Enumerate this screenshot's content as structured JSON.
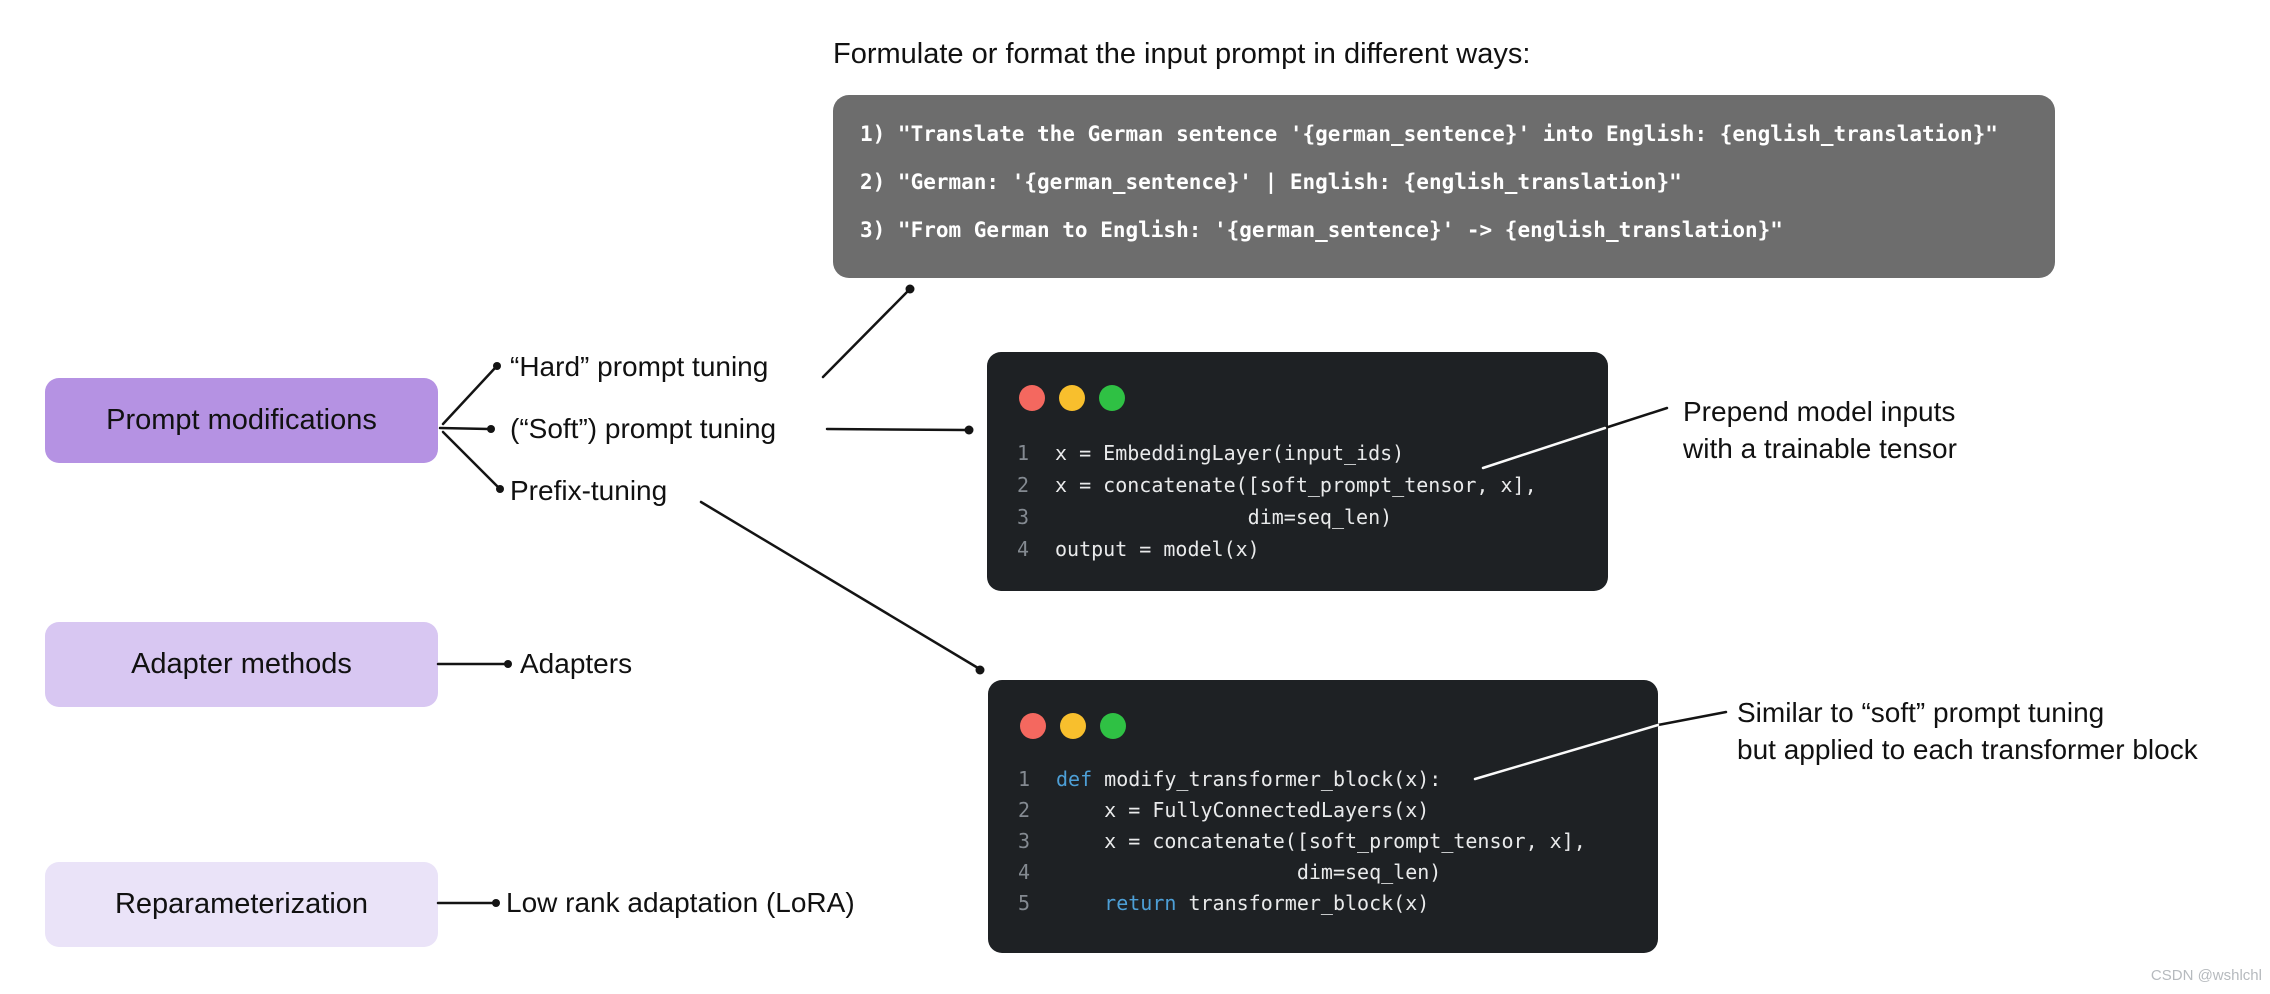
{
  "title": "Formulate or format the input prompt in different ways:",
  "prompt_box": {
    "lines": [
      "1) \"Translate the German sentence '{german_sentence}' into English: {english_translation}\"",
      "2) \"German: '{german_sentence}' | English: {english_translation}\"",
      "3) \"From German to English: '{german_sentence}' -> {english_translation}\""
    ]
  },
  "categories": [
    {
      "label": "Prompt modifications",
      "color": "#b592e3"
    },
    {
      "label": "Adapter methods",
      "color": "#d8c7f2"
    },
    {
      "label": "Reparameterization",
      "color": "#eae3f8"
    }
  ],
  "methods": {
    "hard": "“Hard” prompt tuning",
    "soft": "(“Soft”) prompt tuning",
    "prefix": "Prefix-tuning",
    "adapters": "Adapters",
    "lora": "Low rank adaptation (LoRA)"
  },
  "code_blocks": {
    "soft": {
      "lines": [
        [
          {
            "t": "x = EmbeddingLayer(input_ids)"
          }
        ],
        [
          {
            "t": "x = concatenate([soft_prompt_tensor, x],"
          }
        ],
        [
          {
            "t": "                dim=seq_len)"
          }
        ],
        [
          {
            "t": "output = model(x)"
          }
        ]
      ]
    },
    "prefix": {
      "lines": [
        [
          {
            "t": "def",
            "k": true
          },
          {
            "t": " modify_transformer_block(x):"
          }
        ],
        [
          {
            "t": "    x = FullyConnectedLayers(x)"
          }
        ],
        [
          {
            "t": "    x = concatenate([soft_prompt_tensor, x],"
          }
        ],
        [
          {
            "t": "                    dim=seq_len)"
          }
        ],
        [
          {
            "t": "    "
          },
          {
            "t": "return",
            "k": true
          },
          {
            "t": " transformer_block(x)"
          }
        ]
      ]
    }
  },
  "annotations": {
    "soft": {
      "line1": "Prepend model inputs",
      "line2": "with a trainable tensor"
    },
    "prefix": {
      "line1": "Similar to “soft” prompt tuning",
      "line2": "but applied to each transformer block"
    }
  },
  "watermark": "CSDN @wshlchl",
  "colors": {
    "category_1": "#b592e3",
    "category_2": "#d8c7f2",
    "category_3": "#eae3f8",
    "prompt_box_bg": "#6d6d6d",
    "code_bg": "#1e2124",
    "traffic_red": "#f4685f",
    "traffic_yellow": "#f8bf2d",
    "traffic_green": "#2fc144",
    "keyword_blue": "#4d9fd6",
    "line_black": "#141414",
    "line_white": "#fafafa"
  }
}
